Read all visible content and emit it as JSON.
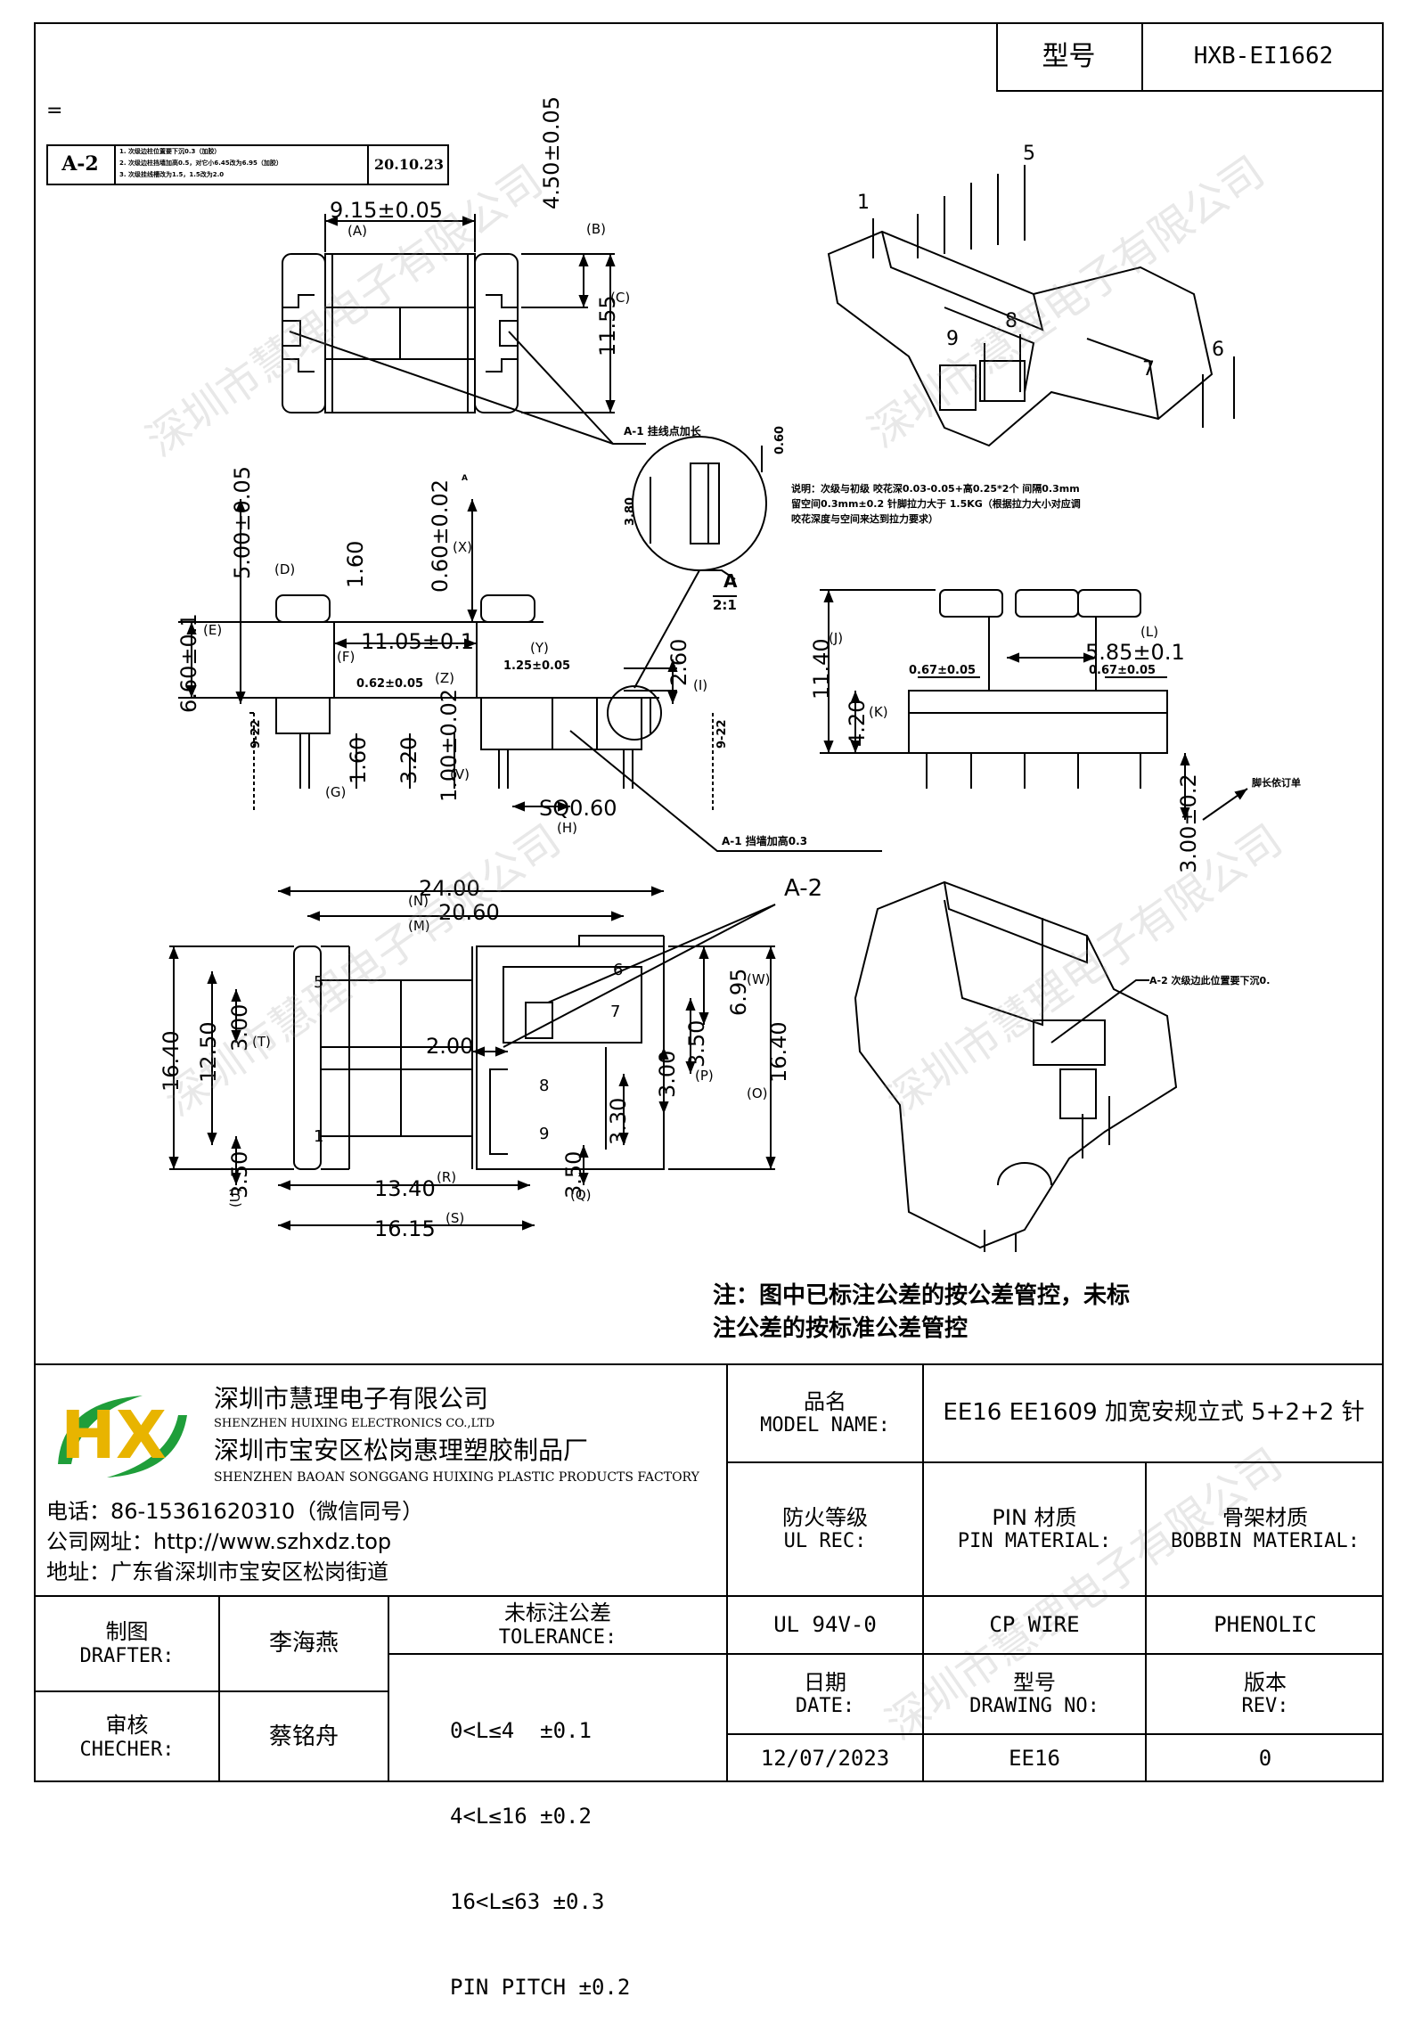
{
  "header": {
    "model_label": "型号",
    "model_value": "HXB-EI1662"
  },
  "stray_mark": "=",
  "revision": {
    "code": "A-2",
    "notes": [
      "1. 次级边柱位置要下沉0.3（加胶）",
      "2. 次级边柱挡墙加高0.5，对它小6.45改为6.95（加胶）",
      "3. 次级挂线槽改为1.5，1.5改为2.0"
    ],
    "date": "20.10.23"
  },
  "drawing": {
    "dims": {
      "d915": "9.15±0.05",
      "d450": "4.50±0.05",
      "d1155": "11.55",
      "d500": "5.00±0.05",
      "d060x": "0.60±0.02",
      "d160": "1.60",
      "d1105": "11.05±0.1",
      "d125": "1.25±0.05",
      "d660": "6.60±0.1",
      "d062": "0.62±0.05",
      "d260": "2.60",
      "d160b": "1.60",
      "d320": "3.20",
      "d100": "1.00±0.02",
      "sq060": "SQ0.60",
      "d1140": "11.40",
      "d585": "5.85±0.1",
      "d067a": "0.67±0.05",
      "d067b": "0.67±0.05",
      "d420": "4.20",
      "d300": "3.00±0.2",
      "d2400": "24.00",
      "d2060": "20.60",
      "d1640": "16.40",
      "d1250": "12.50",
      "d300t": "3.00",
      "d350u": "3.50",
      "d1340": "13.40",
      "d1615": "16.15",
      "d695": "6.95",
      "d200": "2.00",
      "d350p": "3.50",
      "d300p": "3.00",
      "d330": "3.30",
      "d350q": "3.50",
      "d1640o": "16.40",
      "d380": "3.80",
      "d060": "0.60"
    },
    "letters": {
      "A": "(A)",
      "B": "(B)",
      "C": "(C)",
      "D": "(D)",
      "E": "(E)",
      "F": "(F)",
      "G": "(G)",
      "H": "(H)",
      "I": "(I)",
      "J": "(J)",
      "K": "(K)",
      "L": "(L)",
      "M": "(M)",
      "N": "(N)",
      "O": "(O)",
      "P": "(P)",
      "Q": "(Q)",
      "R": "(R)",
      "S": "(S)",
      "T": "(T)",
      "U": "(U)",
      "V": "(V)",
      "W": "(W)",
      "X": "(X)",
      "Y": "(Y)",
      "Z": "(Z)"
    },
    "callouts": {
      "a1_top": "A-1 挂线点加长",
      "a1_bottom": "A-1 挡墙加高0.3",
      "a_label": "A",
      "scale": "2:1",
      "a2_label": "A-2",
      "a2_note": "A-2 次级边此位置要下沉0.",
      "pin_len_note": "脚长依订单",
      "small_a": "A",
      "pin_tag": "9-22",
      "detail_note": "说明：次级与初级 咬花深0.03-0.05+高0.25*2个 间隔0.3mm 留空间0.3mm±0.2 针脚拉力大于 1.5KG（根据拉力大小对应调咬花深度与空间来达到拉力要求）"
    },
    "pins": {
      "p1": "1",
      "p5": "5",
      "p6": "6",
      "p7": "7",
      "p8": "8",
      "p9": "9"
    },
    "note_line1": "注：图中已标注公差的按公差管控，未标",
    "note_line2": "注公差的按标准公差管控"
  },
  "title_block": {
    "company_cn": "深圳市慧理电子有限公司",
    "company_en": "SHENZHEN HUIXING ELECTRONICS CO.,LTD",
    "factory_cn": "深圳市宝安区松岗惠理塑胶制品厂",
    "factory_en": "SHENZHEN BAOAN SONGGANG HUIXING PLASTIC PRODUCTS FACTORY",
    "phone": "电话：86-15361620310（微信同号）",
    "website": "公司网址：http://www.szhxdz.top",
    "address": "地址：广东省深圳市宝安区松岗街道",
    "logo_text": "HX",
    "model_name_cn": "品名",
    "model_name_en": "MODEL NAME:",
    "model_name_value": "EE16 EE1609 加宽安规立式 5+2+2 针",
    "ul_cn": "防火等级",
    "ul_en": "UL REC:",
    "pin_cn": "PIN 材质",
    "pin_en": "PIN MATERIAL:",
    "bobbin_cn": "骨架材质",
    "bobbin_en": "BOBBIN MATERIAL:",
    "ul_value": "UL 94V-0",
    "pin_value": "CP WIRE",
    "bobbin_value": "PHENOLIC",
    "drafter_cn": "制图",
    "drafter_en": "DRAFTER:",
    "drafter_name": "李海燕",
    "checker_cn": "审核",
    "checker_en": "CHECHER:",
    "checker_name": "蔡铭舟",
    "tol_cn": "未标注公差",
    "tol_en": "TOLERANCE:",
    "tol_rows": [
      "0<L≤4  ±0.1",
      "4<L≤16 ±0.2",
      "16<L≤63 ±0.3",
      "PIN PITCH ±0.2"
    ],
    "date_cn": "日期",
    "date_en": "DATE:",
    "date_value": "12/07/2023",
    "dwg_cn": "型号",
    "dwg_en": "DRAWING NO:",
    "dwg_value": "EE16",
    "rev_cn": "版本",
    "rev_en": "REV:",
    "rev_value": "0"
  }
}
